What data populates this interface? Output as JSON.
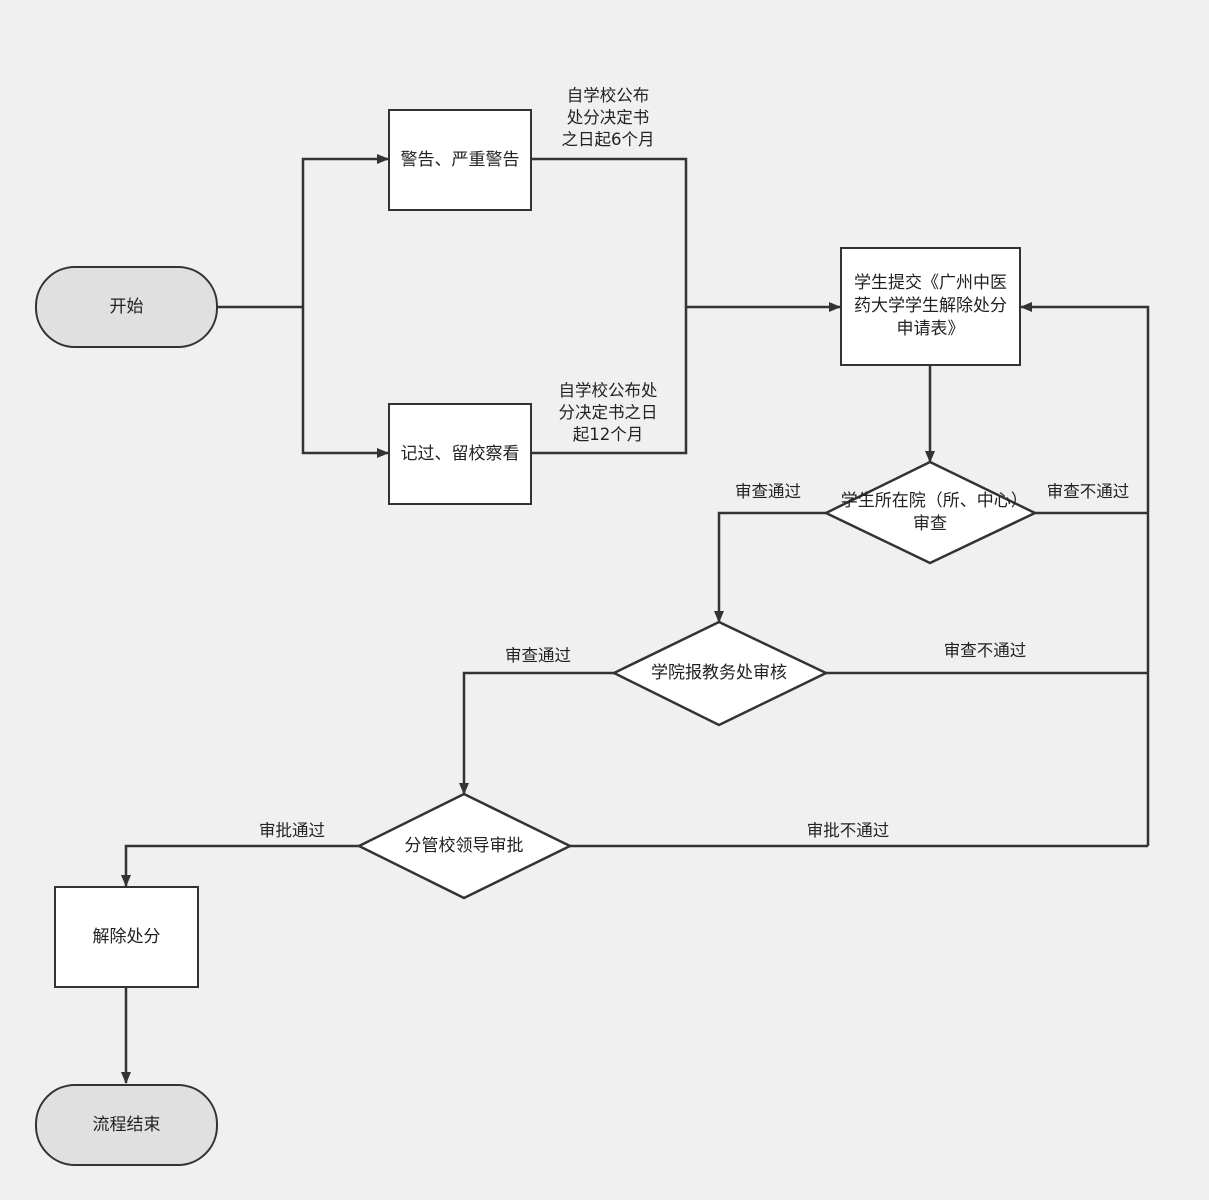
{
  "nodes": {
    "start": "开始",
    "warning": "警告、严重警告",
    "demerit": "记过、留校察看",
    "submit": "学生提交《广州中医药大学学生解除处分申请表》",
    "college_review": "学生所在院（所、中心）审查",
    "office_review": "学院报教务处审核",
    "leader_approve": "分管校领导审批",
    "release": "解除处分",
    "end": "流程结束"
  },
  "labels": {
    "warning_period_line1": "自学校公布",
    "warning_period_line2": "处分决定书",
    "warning_period_line3": "之日起6个月",
    "demerit_period_line1": "自学校公布处",
    "demerit_period_line2": "分决定书之日",
    "demerit_period_line3": "起12个月",
    "college_pass": "审查通过",
    "college_fail": "审查不通过",
    "office_pass": "审查通过",
    "office_fail": "审查不通过",
    "leader_pass": "审批通过",
    "leader_fail": "审批不通过"
  }
}
